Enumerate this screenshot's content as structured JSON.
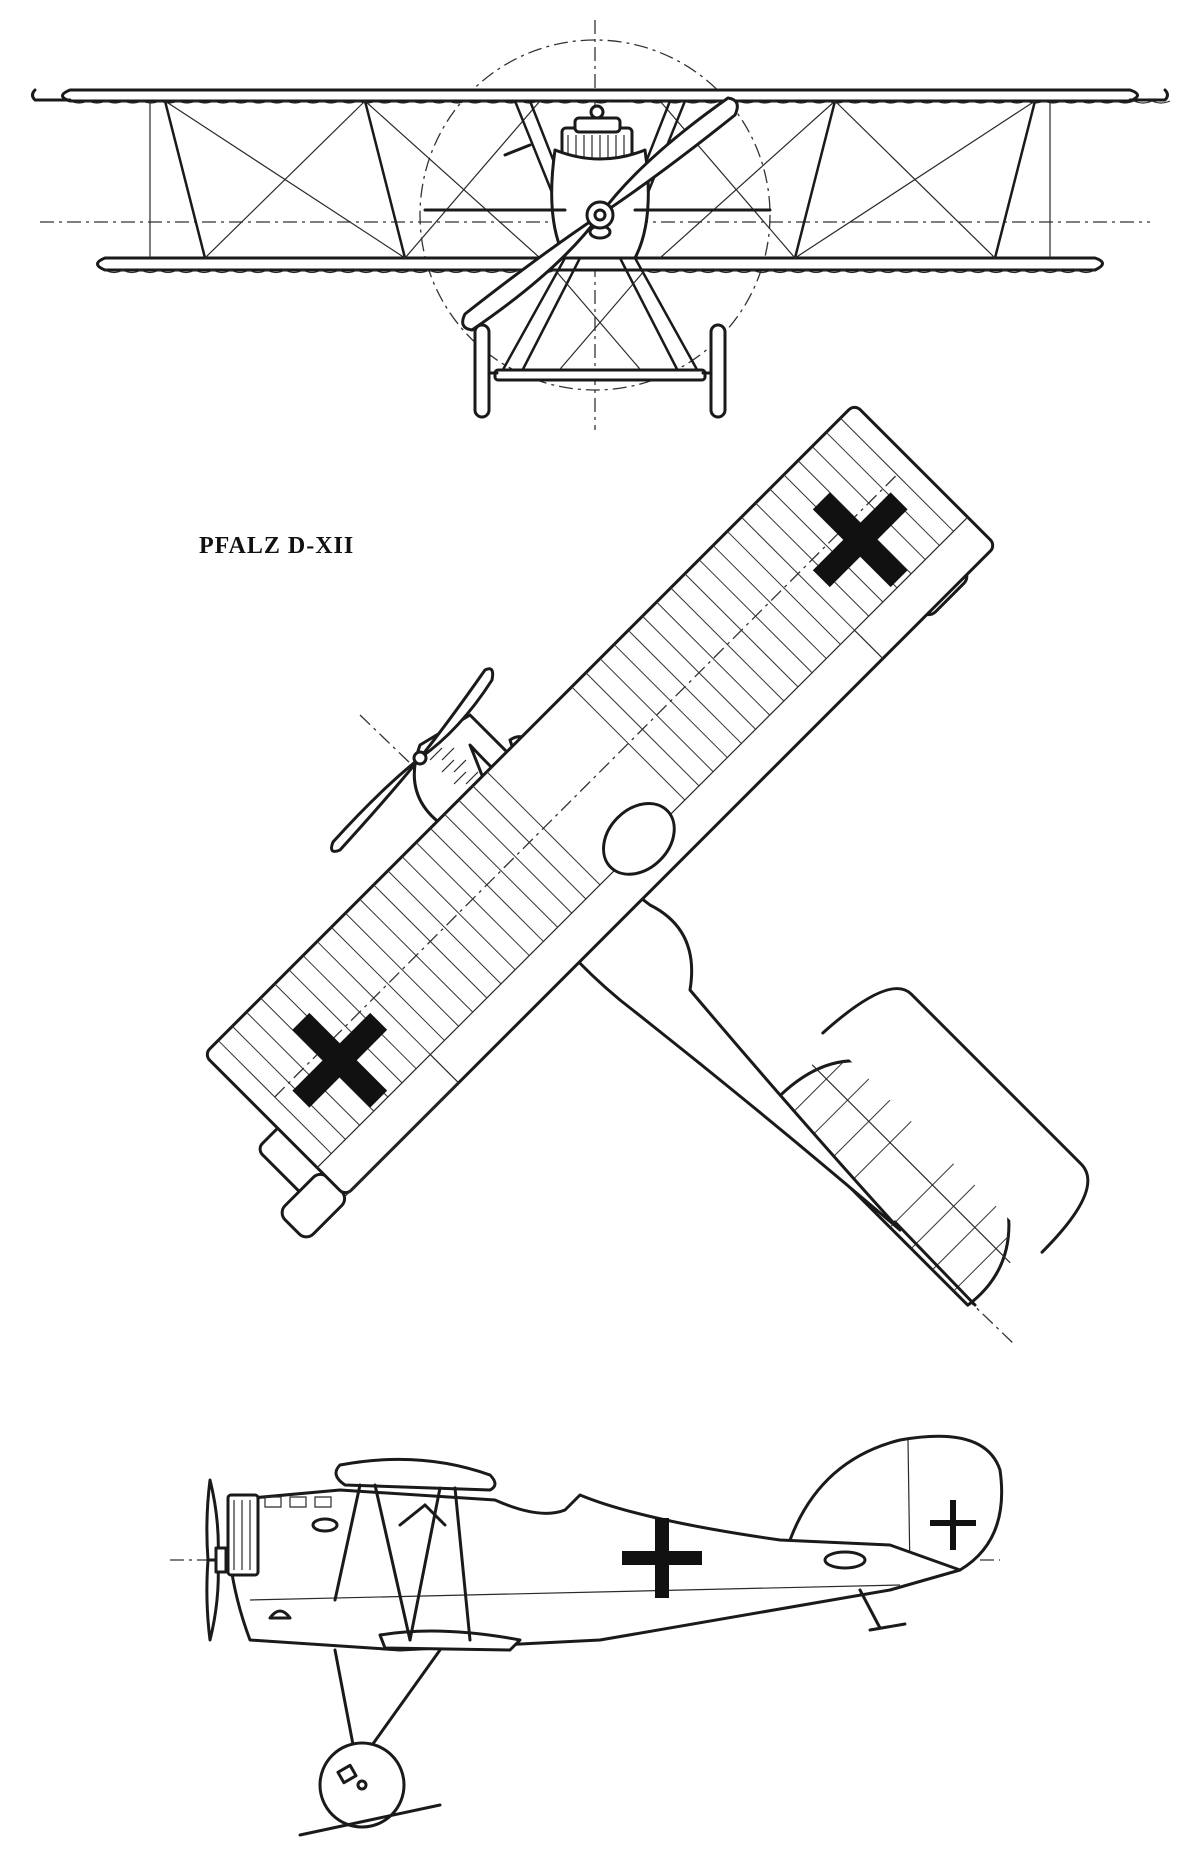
{
  "drawing": {
    "title": "PFALZ D-XII",
    "views": [
      "front-view",
      "top-view",
      "side-view"
    ],
    "ink_color": "#1a1a1a",
    "insignia_color": "#111111",
    "background": "#ffffff"
  }
}
